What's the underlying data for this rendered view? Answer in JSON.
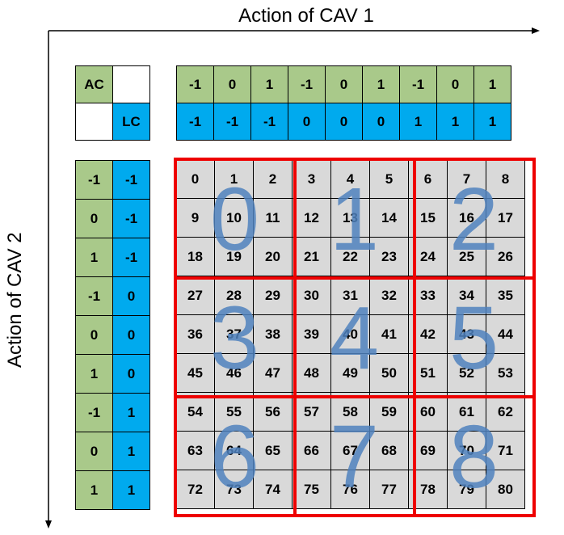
{
  "axes": {
    "x_title": "Action of CAV 1",
    "y_title": "Action of CAV 2"
  },
  "legend": {
    "ac": "AC",
    "lc": "LC"
  },
  "top_header": {
    "ac_row": [
      "-1",
      "0",
      "1",
      "-1",
      "0",
      "1",
      "-1",
      "0",
      "1"
    ],
    "lc_row": [
      "-1",
      "-1",
      "-1",
      "0",
      "0",
      "0",
      "1",
      "1",
      "1"
    ]
  },
  "left_header": {
    "ac_col": [
      "-1",
      "0",
      "1",
      "-1",
      "0",
      "1",
      "-1",
      "0",
      "1"
    ],
    "lc_col": [
      "-1",
      "-1",
      "-1",
      "0",
      "0",
      "0",
      "1",
      "1",
      "1"
    ]
  },
  "grid": {
    "rows": [
      [
        "0",
        "1",
        "2",
        "3",
        "4",
        "5",
        "6",
        "7",
        "8"
      ],
      [
        "9",
        "10",
        "11",
        "12",
        "13",
        "14",
        "15",
        "16",
        "17"
      ],
      [
        "18",
        "19",
        "20",
        "21",
        "22",
        "23",
        "24",
        "25",
        "26"
      ],
      [
        "27",
        "28",
        "29",
        "30",
        "31",
        "32",
        "33",
        "34",
        "35"
      ],
      [
        "36",
        "37",
        "38",
        "39",
        "40",
        "41",
        "42",
        "43",
        "44"
      ],
      [
        "45",
        "46",
        "47",
        "48",
        "49",
        "50",
        "51",
        "52",
        "53"
      ],
      [
        "54",
        "55",
        "56",
        "57",
        "58",
        "59",
        "60",
        "61",
        "62"
      ],
      [
        "63",
        "64",
        "65",
        "66",
        "67",
        "68",
        "69",
        "70",
        "71"
      ],
      [
        "72",
        "73",
        "74",
        "75",
        "76",
        "77",
        "78",
        "79",
        "80"
      ]
    ],
    "block_labels": [
      "0",
      "1",
      "2",
      "3",
      "4",
      "5",
      "6",
      "7",
      "8"
    ]
  },
  "colors": {
    "ac_green": "#a9c98a",
    "lc_blue": "#00aaee",
    "cell_gray": "#d9d9d9",
    "block_border": "#ee0000",
    "block_numeral": "#4f81bd"
  }
}
